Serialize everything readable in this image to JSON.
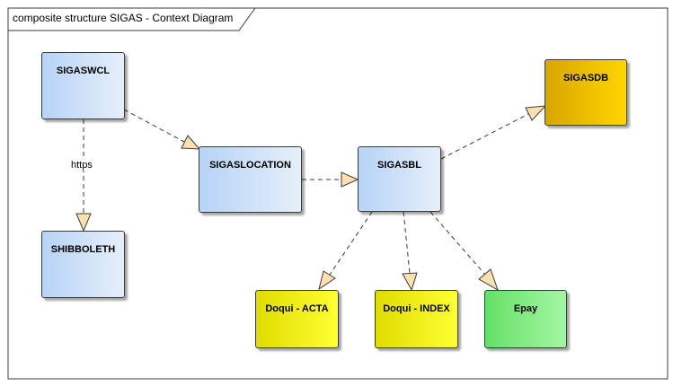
{
  "diagram": {
    "title": "composite structure SIGAS - Context Diagram",
    "nodes": {
      "sigaswcl": "SIGASWCL",
      "shibboleth": "SHIBBOLETH",
      "sigaslocation": "SIGASLOCATION",
      "sigasbl": "SIGASBL",
      "sigasdb": "SIGASDB",
      "doqui_acta": "Doqui - ACTA",
      "doqui_index": "Doqui - INDEX",
      "epay": "Epay"
    },
    "edges": {
      "https_label": "https"
    }
  },
  "colors": {
    "blue_node": "#b7d3f6",
    "orange_node": "#ffd600",
    "yellow_node": "#ffff33",
    "green_node": "#a2f7a2",
    "arrow_fill": "#ffe0b0"
  }
}
